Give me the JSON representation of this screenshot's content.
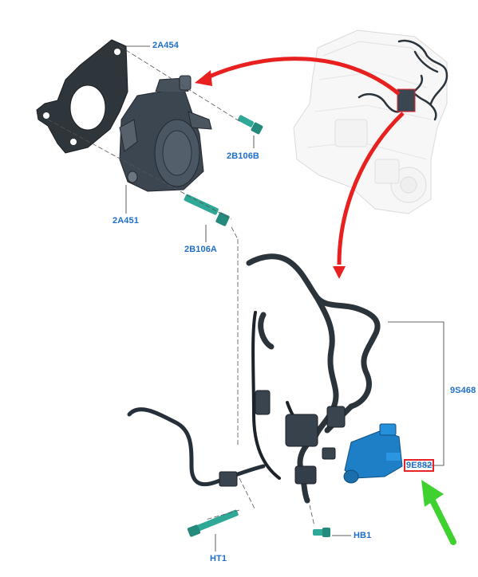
{
  "callouts": {
    "gasket": "2A454",
    "bolt_b": "2B106B",
    "pump": "2A451",
    "bolt_a": "2B106A",
    "harness": "9S468",
    "solenoid": "9E882",
    "bolt_ht1": "HT1",
    "bolt_hb1": "HB1"
  },
  "colors": {
    "callout_text": "#1f6fc9",
    "highlight_box": "#e8222b",
    "pointer_arrow": "#e8201f",
    "indicator_arrow": "#3fd12f",
    "part_teal": "#2fa898",
    "solenoid_blue": "#1e7fc6",
    "harness_dark": "#2b333b"
  }
}
